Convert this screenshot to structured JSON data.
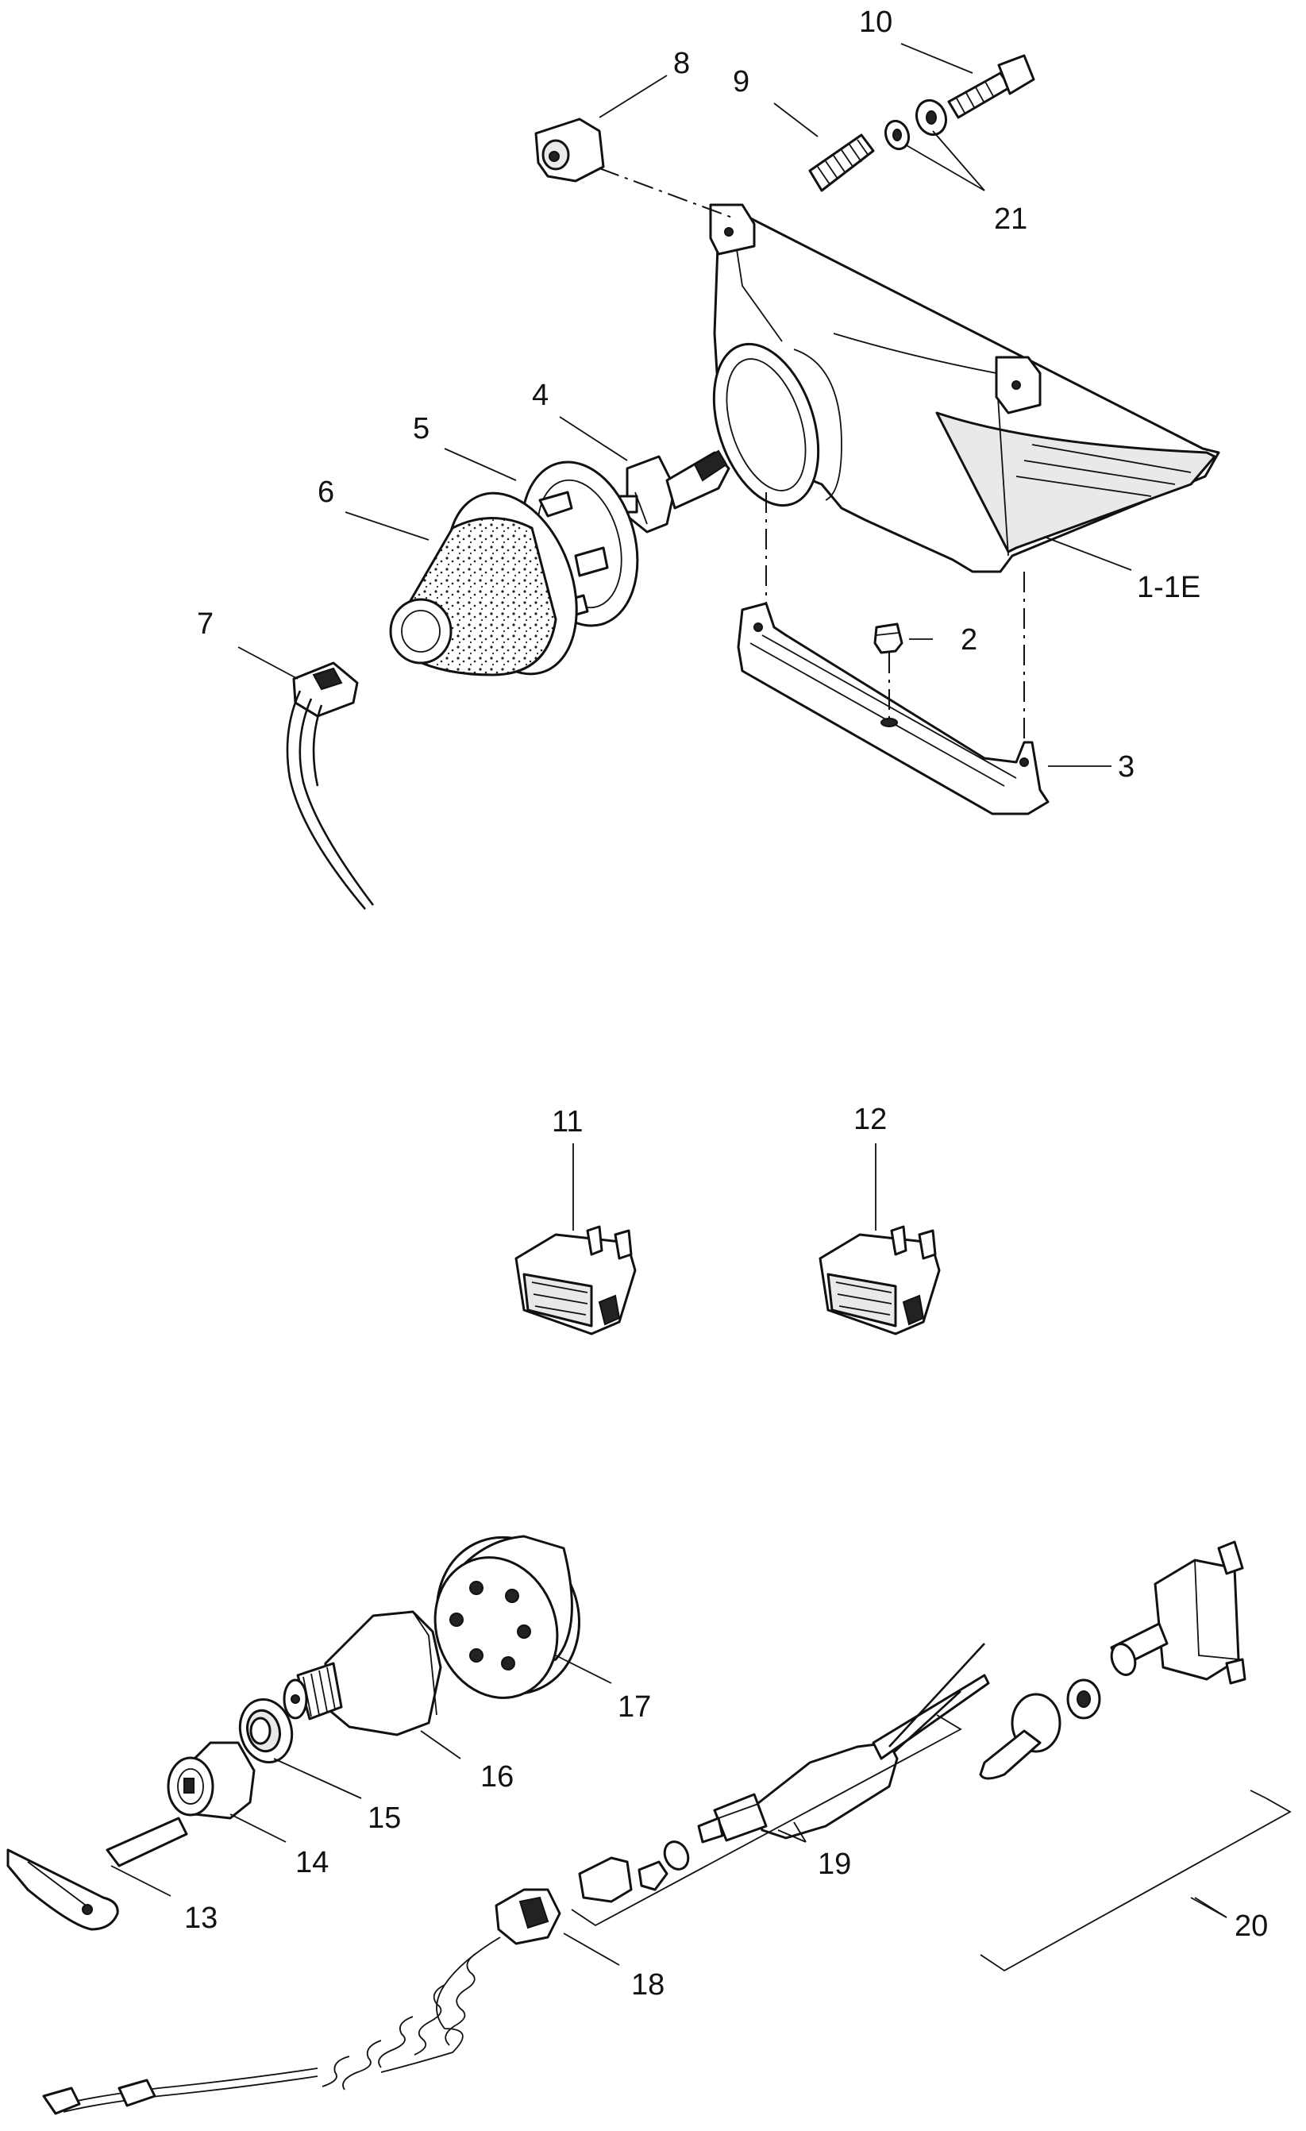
{
  "diagram": {
    "callouts": [
      {
        "id": "c10",
        "text": "10"
      },
      {
        "id": "c8",
        "text": "8"
      },
      {
        "id": "c9",
        "text": "9"
      },
      {
        "id": "c21",
        "text": "21"
      },
      {
        "id": "c4",
        "text": "4"
      },
      {
        "id": "c5",
        "text": "5"
      },
      {
        "id": "c6",
        "text": "6"
      },
      {
        "id": "c7",
        "text": "7"
      },
      {
        "id": "c1",
        "text": "1-1E"
      },
      {
        "id": "c2",
        "text": "2"
      },
      {
        "id": "c3",
        "text": "3"
      },
      {
        "id": "c11",
        "text": "11"
      },
      {
        "id": "c12",
        "text": "12"
      },
      {
        "id": "c17",
        "text": "17"
      },
      {
        "id": "c16",
        "text": "16"
      },
      {
        "id": "c15",
        "text": "15"
      },
      {
        "id": "c14",
        "text": "14"
      },
      {
        "id": "c13",
        "text": "13"
      },
      {
        "id": "c19",
        "text": "19"
      },
      {
        "id": "c18",
        "text": "18"
      },
      {
        "id": "c20",
        "text": "20"
      }
    ]
  }
}
